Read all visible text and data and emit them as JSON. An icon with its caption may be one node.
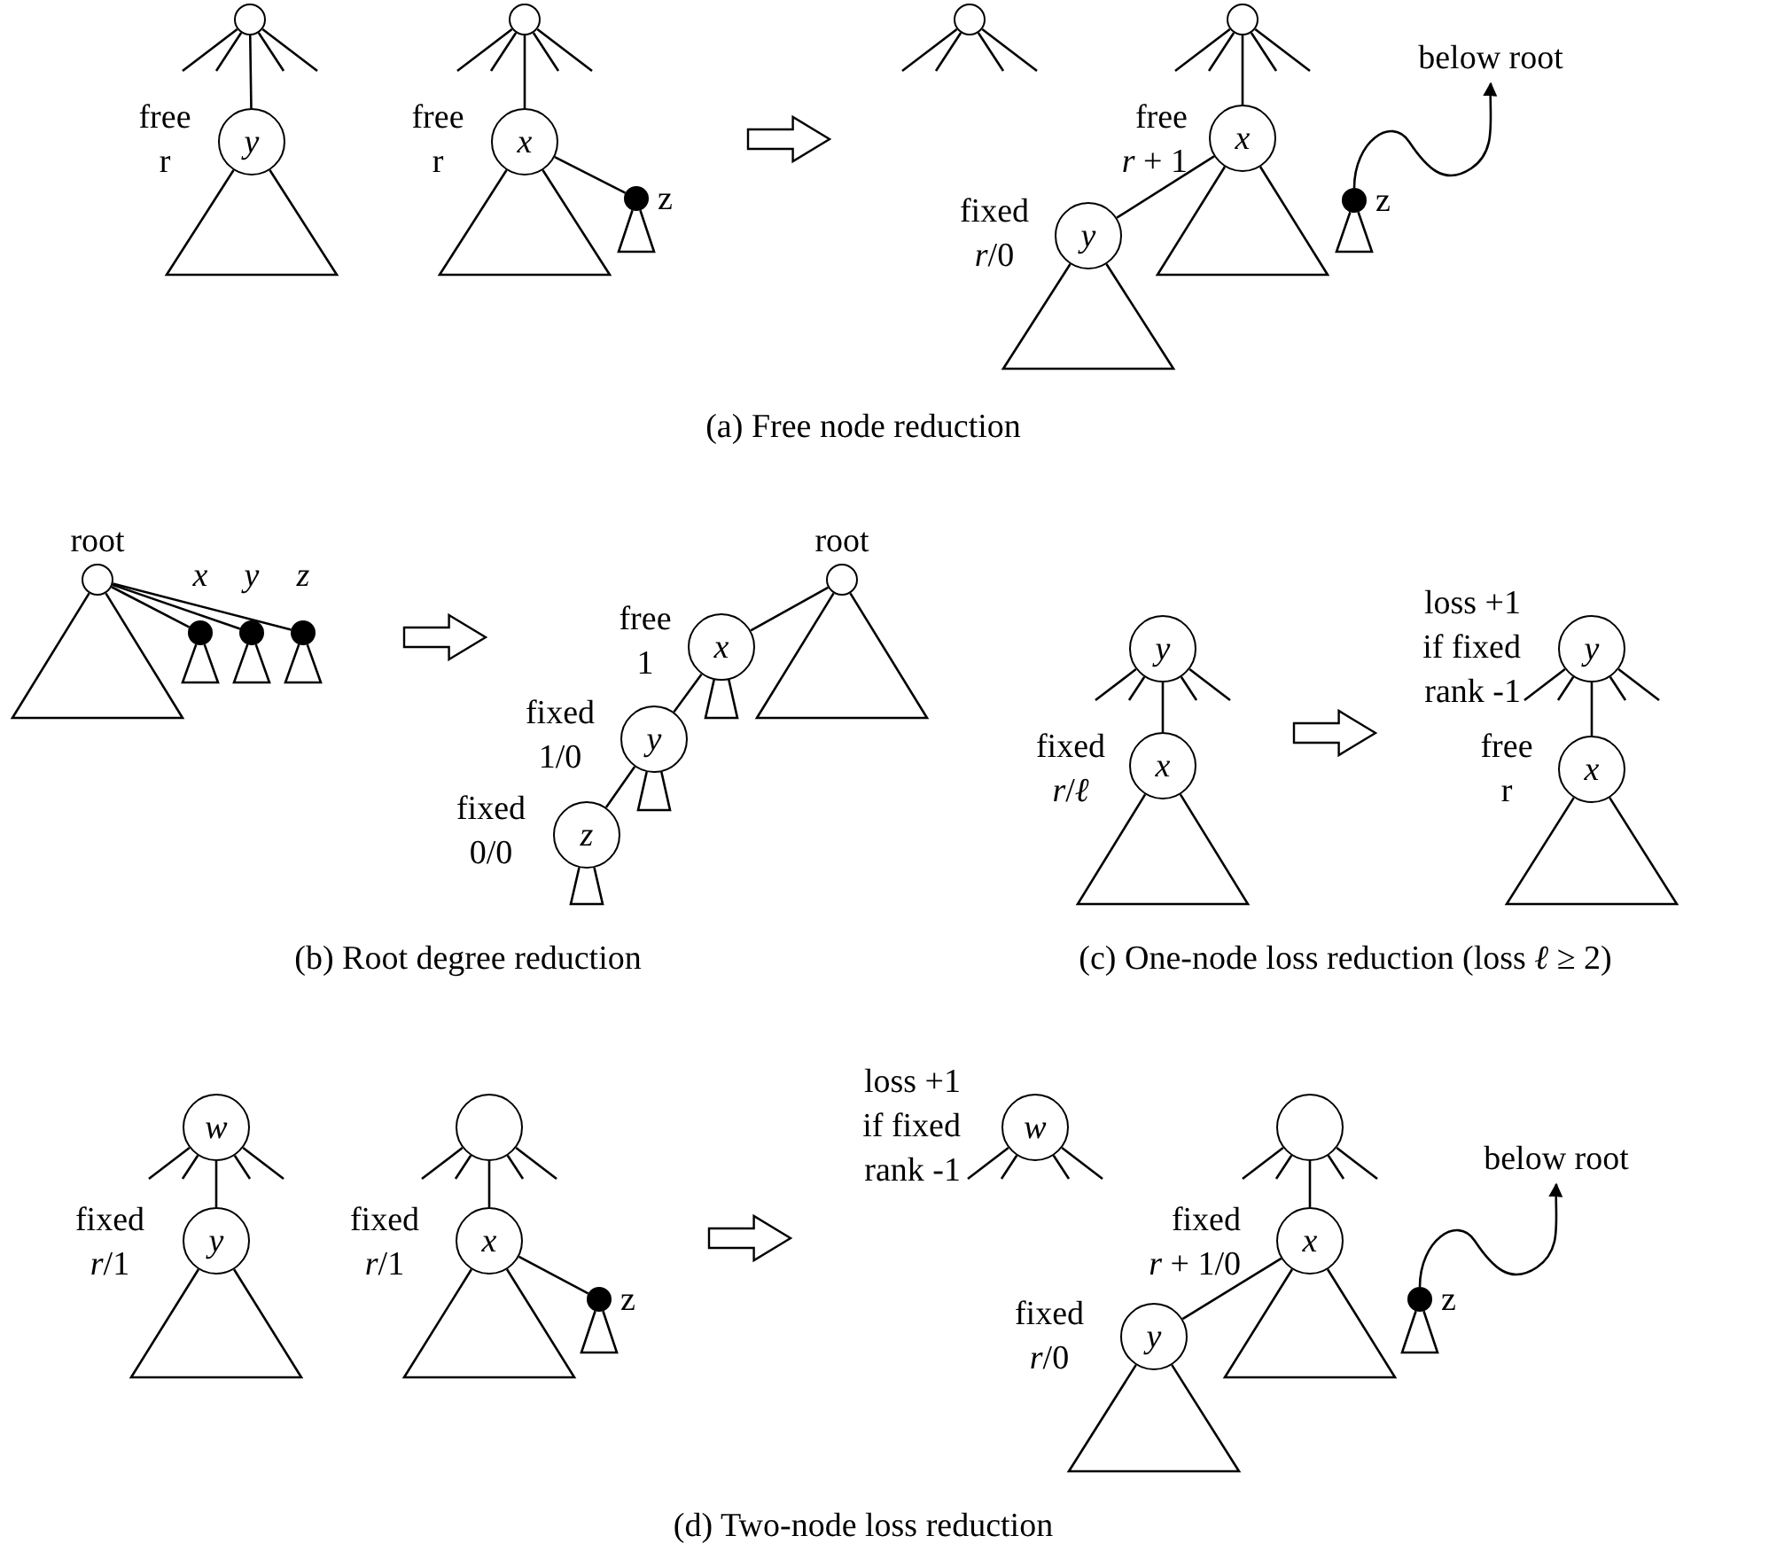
{
  "diagram": {
    "nodes": [
      {
        "text": [],
        "shape": "circle"
      },
      {
        "text": [
          "y"
        ],
        "beside": [
          "free r"
        ]
      },
      {
        "text": [],
        "shape": "circle"
      },
      {
        "text": [
          "x"
        ],
        "beside": [
          "free r"
        ]
      },
      {
        "text": [],
        "shape": "dot",
        "beside": [
          "z"
        ]
      },
      {
        "text": [],
        "shape": "circle"
      },
      {
        "text": [],
        "shape": "circle"
      },
      {
        "text": [
          "x"
        ],
        "beside": [
          "free *r* + 1"
        ]
      },
      {
        "text": [
          "y"
        ],
        "beside": [
          "fixed *r*/0"
        ]
      },
      {
        "text": [],
        "shape": "dot",
        "beside": [
          "z"
        ]
      },
      {
        "text": [
          "below root"
        ]
      },
      {
        "text": [],
        "shape": "circle",
        "beside": [
          "root"
        ]
      },
      {
        "text": [],
        "shape": "dot"
      },
      {
        "text": [],
        "shape": "dot"
      },
      {
        "text": [],
        "shape": "dot"
      },
      {
        "text": [],
        "shape": "circle",
        "beside": [
          "root"
        ]
      },
      {
        "text": [
          "x"
        ],
        "beside": [
          "free 1"
        ]
      },
      {
        "text": [
          "y"
        ],
        "beside": [
          "fixed 1/0"
        ]
      },
      {
        "text": [
          "z"
        ],
        "beside": [
          "fixed 0/0"
        ]
      },
      {
        "text": [
          "y"
        ]
      },
      {
        "text": [
          "x"
        ],
        "beside": [
          "fixed *r*/*ℓ*"
        ]
      },
      {
        "text": [
          "y"
        ],
        "beside": [
          "loss +1 if fixed rank -1"
        ]
      },
      {
        "text": [
          "x"
        ],
        "beside": [
          "free r"
        ]
      },
      {
        "text": [
          "w"
        ]
      },
      {
        "text": [
          "y"
        ],
        "beside": [
          "fixed *r*/1"
        ]
      },
      {
        "text": [],
        "shape": "circle"
      },
      {
        "text": [
          "x"
        ],
        "beside": [
          "fixed *r*/1"
        ]
      },
      {
        "text": [],
        "shape": "dot",
        "beside": [
          "z"
        ]
      },
      {
        "text": [
          "w"
        ],
        "beside": [
          "loss +1 if fixed rank -1"
        ]
      },
      {
        "text": [],
        "shape": "circle"
      },
      {
        "text": [
          "x"
        ],
        "beside": [
          "fixed *r* + 1/0"
        ]
      },
      {
        "text": [
          "y"
        ],
        "beside": [
          "fixed *r*/0"
        ]
      },
      {
        "text": [],
        "shape": "dot",
        "beside": [
          "z"
        ]
      },
      {
        "text": [
          "below root"
        ]
      }
    ],
    "edges": [
      {
        "from": 0,
        "to": 1,
        "arrow": "none"
      },
      {
        "from": 2,
        "to": 3,
        "arrow": "none"
      },
      {
        "from": 3,
        "to": 4,
        "arrow": "none"
      },
      {
        "from": 6,
        "to": 7,
        "arrow": "none"
      },
      {
        "from": 7,
        "to": 8,
        "arrow": "none"
      },
      {
        "from": 9,
        "to": 10,
        "arrow": "to"
      },
      {
        "from": 11,
        "to": 12,
        "arrow": "none"
      },
      {
        "from": 11,
        "to": 13,
        "arrow": "none"
      },
      {
        "from": 11,
        "to": 14,
        "arrow": "none"
      },
      {
        "from": 15,
        "to": 16,
        "arrow": "none"
      },
      {
        "from": 16,
        "to": 17,
        "arrow": "none"
      },
      {
        "from": 17,
        "to": 18,
        "arrow": "none"
      },
      {
        "from": 19,
        "to": 20,
        "arrow": "none"
      },
      {
        "from": 21,
        "to": 22,
        "arrow": "none"
      },
      {
        "from": 23,
        "to": 24,
        "arrow": "none"
      },
      {
        "from": 25,
        "to": 26,
        "arrow": "none"
      },
      {
        "from": 26,
        "to": 27,
        "arrow": "none"
      },
      {
        "from": 29,
        "to": 30,
        "arrow": "none"
      },
      {
        "from": 30,
        "to": 31,
        "arrow": "none"
      },
      {
        "from": 32,
        "to": 33,
        "arrow": "to"
      }
    ],
    "labels": [
      "(a) Free node reduction",
      "x",
      "y",
      "z",
      "(b) Root degree reduction",
      "(c) One-node loss reduction (loss *ℓ* ≥ 2)",
      "(d) Two-node loss reduction"
    ]
  }
}
